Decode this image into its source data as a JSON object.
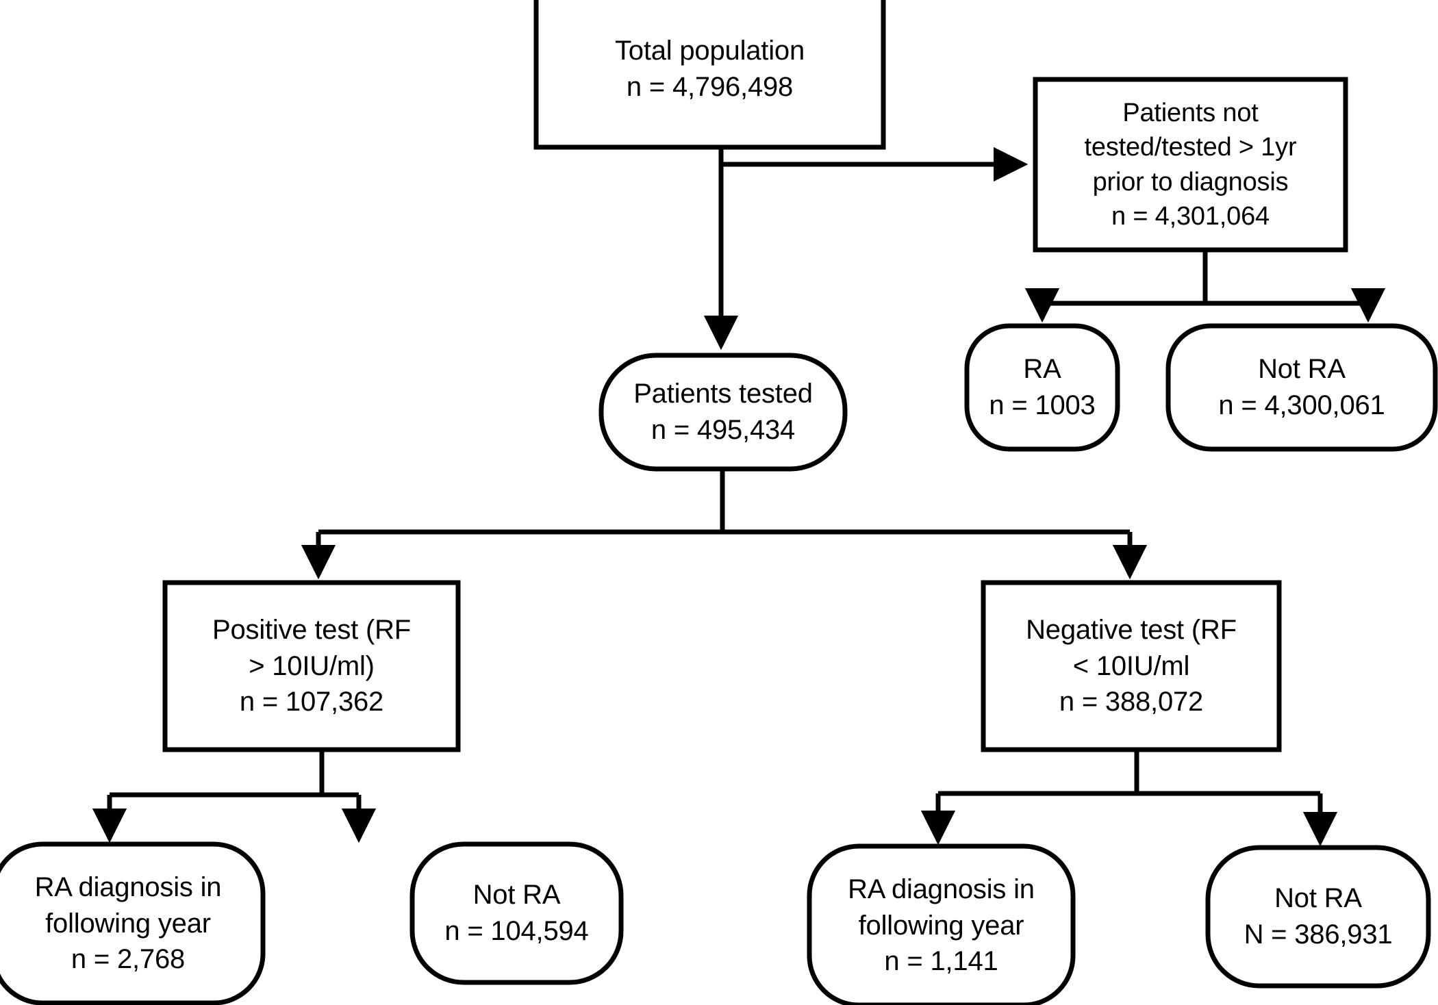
{
  "diagram": {
    "type": "flowchart",
    "title": "Study population flow diagram for rheumatoid factor testing and RA diagnosis",
    "stroke_color": "#000000",
    "fill_color": "#ffffff",
    "background": "#ffffff"
  },
  "nodes": {
    "total_population": {
      "shape": "rectangle",
      "lines": [
        "Total population",
        "n = 4,796,498"
      ],
      "label": "Total population",
      "count": "n = 4,796,498"
    },
    "not_tested": {
      "shape": "rectangle",
      "lines": [
        "Patients not",
        "tested/tested > 1yr",
        "prior to diagnosis",
        "n = 4,301,064"
      ],
      "label": "Patients not tested/tested > 1yr prior to diagnosis",
      "count": "n = 4,301,064"
    },
    "not_tested_ra": {
      "shape": "rounded",
      "lines": [
        "RA",
        "n = 1003"
      ],
      "label": "RA",
      "count": "n = 1003"
    },
    "not_tested_not_ra": {
      "shape": "rounded",
      "lines": [
        "Not RA",
        "n = 4,300,061"
      ],
      "label": "Not RA",
      "count": "n = 4,300,061"
    },
    "patients_tested": {
      "shape": "rounded",
      "lines": [
        "Patients tested",
        "n = 495,434"
      ],
      "label": "Patients tested",
      "count": "n = 495,434"
    },
    "positive_test": {
      "shape": "rectangle",
      "lines": [
        "Positive test (RF",
        "> 10IU/ml)",
        "n = 107,362"
      ],
      "label": "Positive test (RF > 10IU/ml)",
      "count": "n = 107,362"
    },
    "negative_test": {
      "shape": "rectangle",
      "lines": [
        "Negative test (RF",
        "< 10IU/ml",
        "n = 388,072"
      ],
      "label": "Negative test (RF < 10IU/ml",
      "count": "n = 388,072"
    },
    "positive_ra": {
      "shape": "rounded",
      "lines": [
        "RA diagnosis in",
        "following year",
        "n = 2,768"
      ],
      "label": "RA diagnosis in following year",
      "count": "n = 2,768"
    },
    "positive_not_ra": {
      "shape": "rounded",
      "lines": [
        "Not RA",
        "n = 104,594"
      ],
      "label": "Not RA",
      "count": "n = 104,594"
    },
    "negative_ra": {
      "shape": "rounded",
      "lines": [
        "RA diagnosis in",
        "following year",
        "n = 1,141"
      ],
      "label": "RA diagnosis in following year",
      "count": "n = 1,141"
    },
    "negative_not_ra": {
      "shape": "rounded",
      "lines": [
        "Not RA",
        "N = 386,931"
      ],
      "label": "Not RA",
      "count": "N = 386,931"
    }
  },
  "edges": [
    {
      "from": "total_population",
      "to": "not_tested",
      "style": "elbow-right-arrow"
    },
    {
      "from": "total_population",
      "to": "patients_tested",
      "style": "straight-down-arrow"
    },
    {
      "from": "not_tested",
      "to": "not_tested_ra",
      "style": "split-down-arrow"
    },
    {
      "from": "not_tested",
      "to": "not_tested_not_ra",
      "style": "split-down-arrow"
    },
    {
      "from": "patients_tested",
      "to": "positive_test",
      "style": "split-down-arrow"
    },
    {
      "from": "patients_tested",
      "to": "negative_test",
      "style": "split-down-arrow"
    },
    {
      "from": "positive_test",
      "to": "positive_ra",
      "style": "split-down-arrow"
    },
    {
      "from": "positive_test",
      "to": "positive_not_ra",
      "style": "split-down-arrow"
    },
    {
      "from": "negative_test",
      "to": "negative_ra",
      "style": "split-down-arrow"
    },
    {
      "from": "negative_test",
      "to": "negative_not_ra",
      "style": "split-down-arrow"
    }
  ]
}
